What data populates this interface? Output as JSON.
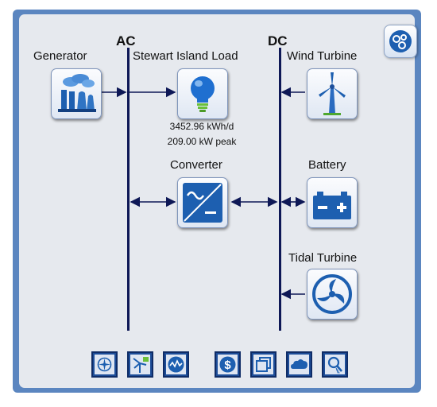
{
  "buses": {
    "ac": "AC",
    "dc": "DC"
  },
  "components": {
    "generator": {
      "label": "Generator",
      "icon": "power-plant-icon"
    },
    "load": {
      "label": "Stewart Island Load",
      "icon": "light-bulb-icon",
      "energy": "3452.96 kWh/d",
      "peak": "209.00 kW peak"
    },
    "wind_turbine": {
      "label": "Wind Turbine",
      "icon": "wind-turbine-icon"
    },
    "converter": {
      "label": "Converter",
      "icon": "converter-icon"
    },
    "battery": {
      "label": "Battery",
      "icon": "battery-icon"
    },
    "tidal_turbine": {
      "label": "Tidal Turbine",
      "icon": "tidal-turbine-icon"
    }
  },
  "toolbar": [
    "compass-icon",
    "wind-resource-icon",
    "signal-wave-icon",
    "dollar-icon",
    "layers-icon",
    "cloud-icon",
    "search-icon"
  ],
  "colors": {
    "frame": "#5b86c0",
    "bus": "#0e1856",
    "icon_blue": "#1d5fb0",
    "button_blue": "#1d4d98"
  }
}
